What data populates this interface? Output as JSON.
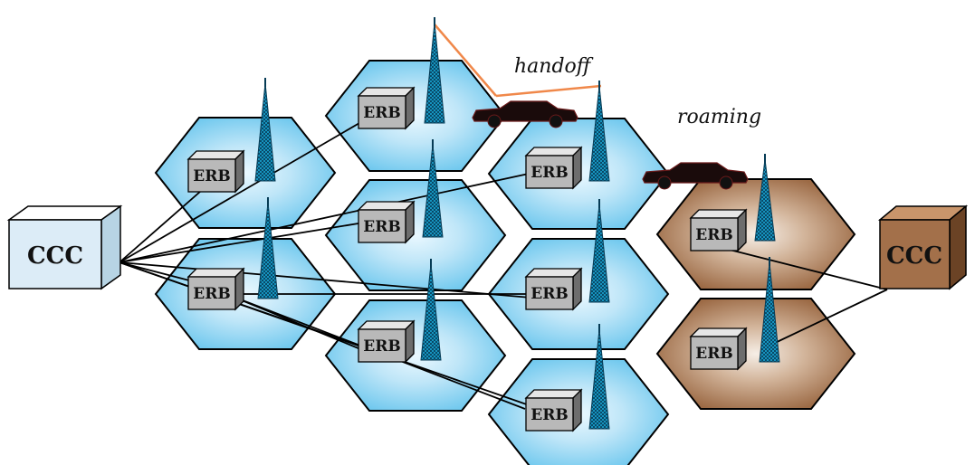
{
  "labels": {
    "ccc": "CCC",
    "erb": "ERB",
    "handoff": "handoff",
    "roaming": "roaming"
  },
  "colors": {
    "home_cell": "#6fc8ee",
    "home_cell_center": "#eaf8ff",
    "visited_cell": "#9c6a45",
    "visited_cell_center": "#f6eee6",
    "cell_outline": "#000000",
    "ccc_home": "#d9ecf8",
    "ccc_visited": "#a3704a",
    "handoff_line": "#f0884a",
    "car": "#1a0b0b"
  },
  "icons": {
    "tower": "antenna-tower-icon",
    "car": "car-icon",
    "box": "base-station-box"
  }
}
